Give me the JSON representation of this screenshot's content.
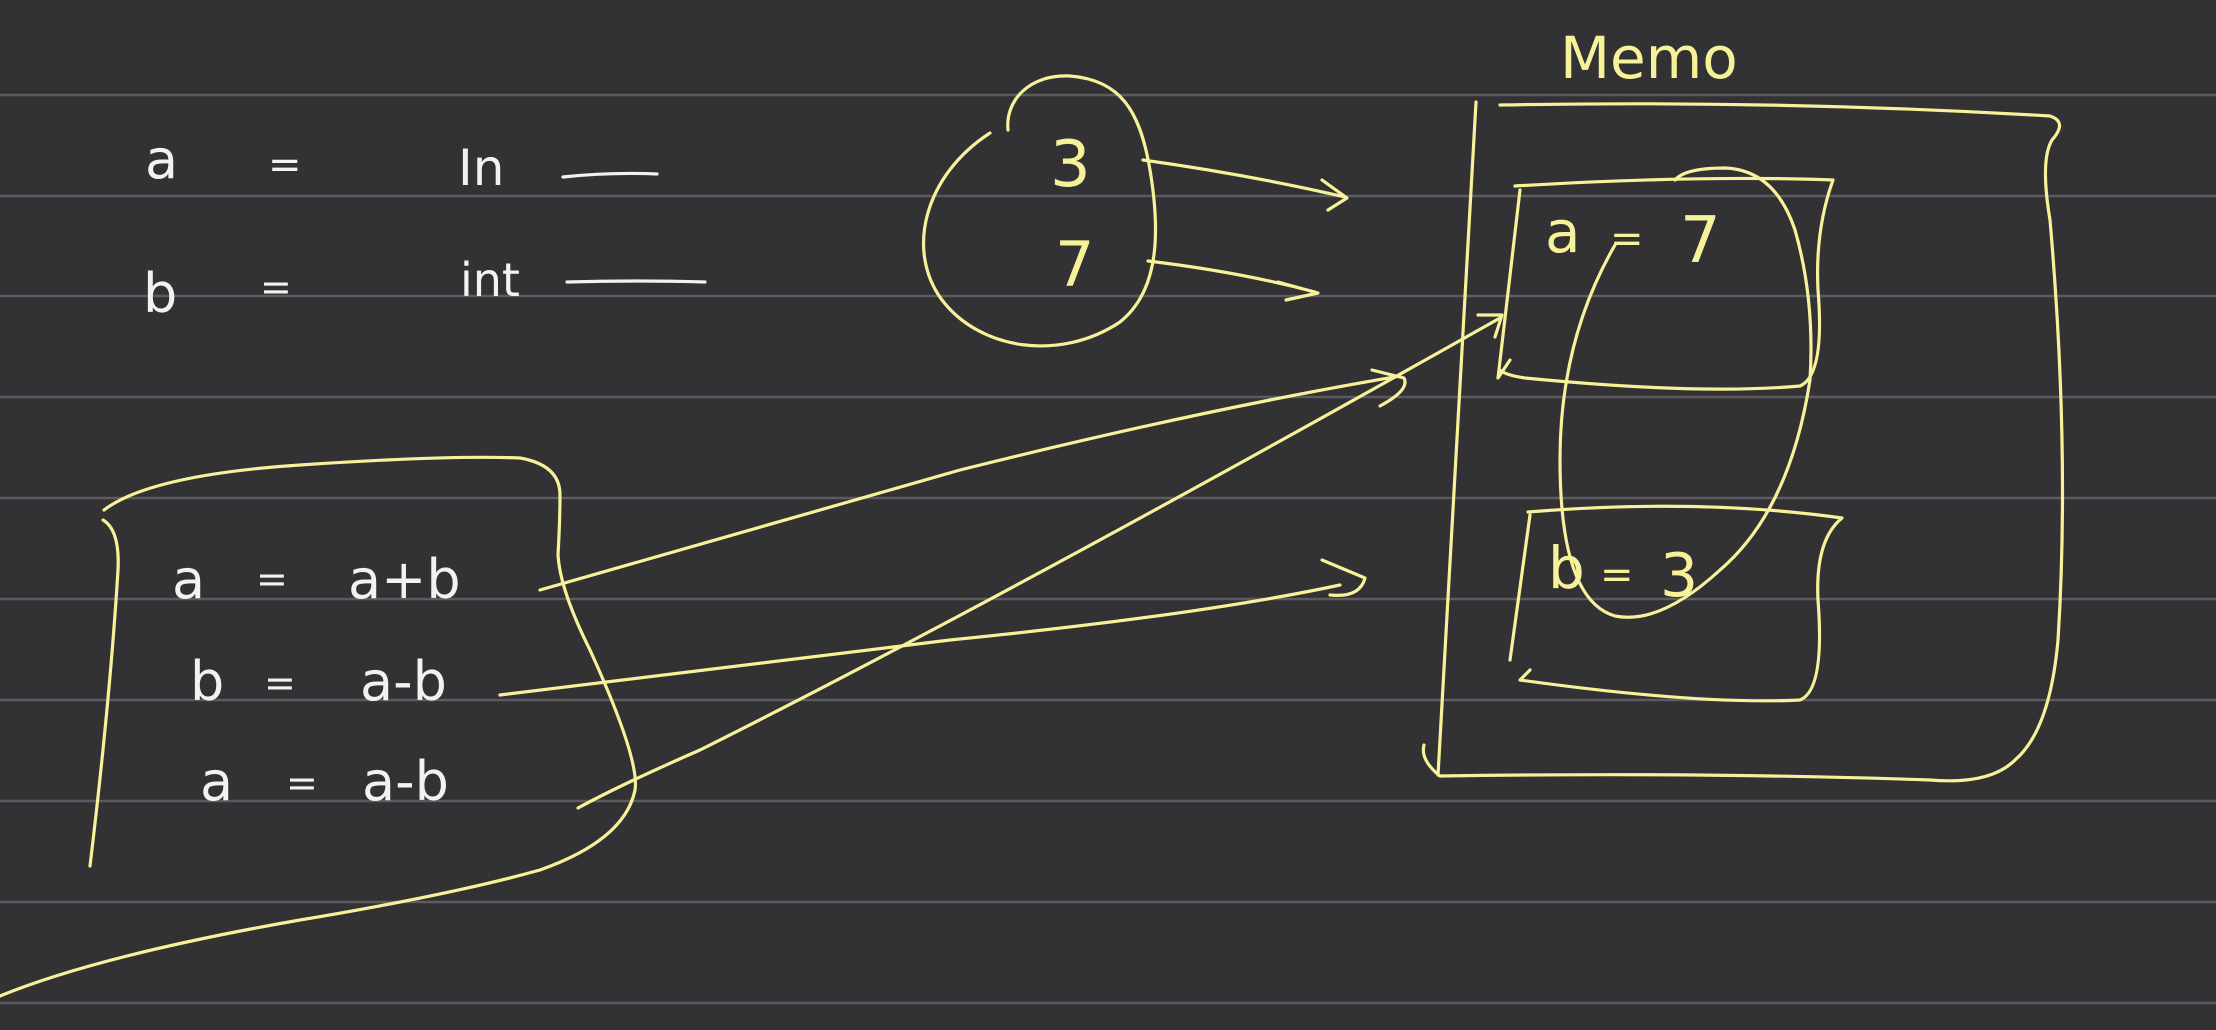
{
  "canvas": {
    "background": "#323134",
    "ruled_line_color": "#5c5b60",
    "ink_colors": {
      "yellow": "#f7f29a",
      "white": "#f2f2f2"
    }
  },
  "declarations": [
    {
      "var": "a",
      "eq": "=",
      "type": "In"
    },
    {
      "var": "b",
      "eq": "=",
      "type": "int"
    }
  ],
  "values_circle": {
    "top": "3",
    "bottom": "7"
  },
  "memory": {
    "title": "Memo",
    "slot_a": {
      "var": "a",
      "eq": "=",
      "value": "7"
    },
    "slot_b": {
      "var": "b",
      "eq": "=",
      "value": "3"
    }
  },
  "code_box": {
    "lines": [
      {
        "lhs": "a",
        "eq": "=",
        "rhs": "a+b"
      },
      {
        "lhs": "b",
        "eq": "=",
        "rhs": "a-b"
      },
      {
        "lhs": "a",
        "eq": "=",
        "rhs": "a-b"
      }
    ]
  }
}
